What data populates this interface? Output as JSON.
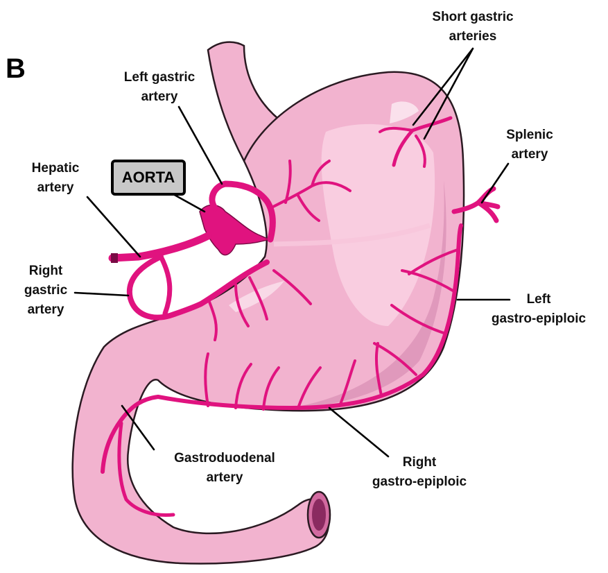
{
  "panel_letter": "B",
  "colors": {
    "stomach_fill": "#f2b3cf",
    "stomach_highlight": "#fad3e4",
    "stomach_outline": "#2a1a22",
    "artery": "#e0137f",
    "artery_dark": "#7a0a45",
    "aorta_box": "#c8c8c8"
  },
  "aorta_label": "AORTA",
  "labels": {
    "short_gastric": [
      "Short gastric",
      "arteries"
    ],
    "left_gastric": [
      "Left gastric",
      "artery"
    ],
    "splenic": [
      "Splenic",
      "artery"
    ],
    "hepatic": [
      "Hepatic",
      "artery"
    ],
    "right_gastric": [
      "Right",
      "gastric",
      "artery"
    ],
    "left_gastro_epiploic": [
      "Left",
      "gastro-epiploic"
    ],
    "gastroduodenal": [
      "Gastroduodenal",
      "artery"
    ],
    "right_gastro_epiploic": [
      "Right",
      "gastro-epiploic"
    ]
  }
}
